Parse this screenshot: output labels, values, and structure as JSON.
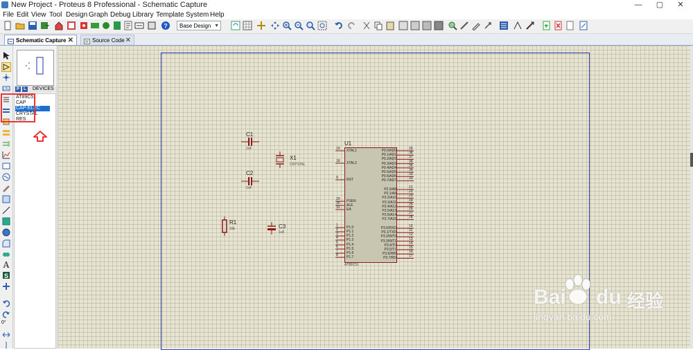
{
  "window": {
    "title": "New Project - Proteus 8 Professional - Schematic Capture",
    "min": "—",
    "max": "▢",
    "close": "✕"
  },
  "menu": [
    "File",
    "Edit",
    "View",
    "Tool",
    "Design",
    "Graph",
    "Debug",
    "Library",
    "Template",
    "System",
    "Help"
  ],
  "toolbar": {
    "design_combo": "Base Design"
  },
  "tabs": [
    {
      "label": "Schematic Capture",
      "close": "✕"
    },
    {
      "label": "Source Code",
      "close": "✕"
    }
  ],
  "left_toolbar": {
    "rotation": "0°"
  },
  "devices": {
    "p_button": "P",
    "l_button": "L",
    "header": "DEVICES",
    "items": [
      "AT89C51",
      "CAP",
      "CAP-ELEC",
      "CRYSTAL",
      "RES"
    ],
    "selected": "CAP-ELEC"
  },
  "schematic": {
    "c1": {
      "ref": "C1",
      "value": "1nF"
    },
    "c2": {
      "ref": "C2",
      "value": "1nF"
    },
    "x1": {
      "ref": "X1",
      "value": "CRYSTAL"
    },
    "r1": {
      "ref": "R1",
      "value": "10k"
    },
    "c3": {
      "ref": "C3",
      "value": "1uF"
    },
    "u1": {
      "ref": "U1",
      "part": "AT89C51",
      "left_pins": [
        {
          "num": "19",
          "name": "XTAL1"
        },
        {
          "num": "18",
          "name": "XTAL2"
        },
        {
          "num": "9",
          "name": "RST"
        },
        {
          "num": "29",
          "name": "PSEN"
        },
        {
          "num": "30",
          "name": "ALE"
        },
        {
          "num": "31",
          "name": "EA"
        },
        {
          "num": "1",
          "name": "P1.0"
        },
        {
          "num": "2",
          "name": "P1.1"
        },
        {
          "num": "3",
          "name": "P1.2"
        },
        {
          "num": "4",
          "name": "P1.3"
        },
        {
          "num": "5",
          "name": "P1.4"
        },
        {
          "num": "6",
          "name": "P1.5"
        },
        {
          "num": "7",
          "name": "P1.6"
        },
        {
          "num": "8",
          "name": "P1.7"
        }
      ],
      "right_pins": [
        {
          "num": "39",
          "name": "P0.0/AD0"
        },
        {
          "num": "38",
          "name": "P0.1/AD1"
        },
        {
          "num": "37",
          "name": "P0.2/AD2"
        },
        {
          "num": "36",
          "name": "P0.3/AD3"
        },
        {
          "num": "35",
          "name": "P0.4/AD4"
        },
        {
          "num": "34",
          "name": "P0.5/AD5"
        },
        {
          "num": "33",
          "name": "P0.6/AD6"
        },
        {
          "num": "32",
          "name": "P0.7/AD7"
        },
        {
          "num": "21",
          "name": "P2.0/A8"
        },
        {
          "num": "22",
          "name": "P2.1/A9"
        },
        {
          "num": "23",
          "name": "P2.2/A10"
        },
        {
          "num": "24",
          "name": "P2.3/A11"
        },
        {
          "num": "25",
          "name": "P2.4/A12"
        },
        {
          "num": "26",
          "name": "P2.5/A13"
        },
        {
          "num": "27",
          "name": "P2.6/A14"
        },
        {
          "num": "28",
          "name": "P2.7/A15"
        },
        {
          "num": "10",
          "name": "P3.0/RXD"
        },
        {
          "num": "11",
          "name": "P3.1/TXD"
        },
        {
          "num": "12",
          "name": "P3.2/INT0"
        },
        {
          "num": "13",
          "name": "P3.3/INT1"
        },
        {
          "num": "14",
          "name": "P3.4/T0"
        },
        {
          "num": "15",
          "name": "P3.5/T1"
        },
        {
          "num": "16",
          "name": "P3.6/WR"
        },
        {
          "num": "17",
          "name": "P3.7/RD"
        }
      ]
    }
  },
  "watermark": {
    "brand": "Bai",
    "brand2": "du",
    "cn": "经验",
    "url": "jingyan.baidu.com"
  },
  "colors": {
    "component": "#8b1a1a",
    "sheet_border": "#2233aa",
    "selection": "#1a6ed1",
    "annotation": "#e33"
  }
}
